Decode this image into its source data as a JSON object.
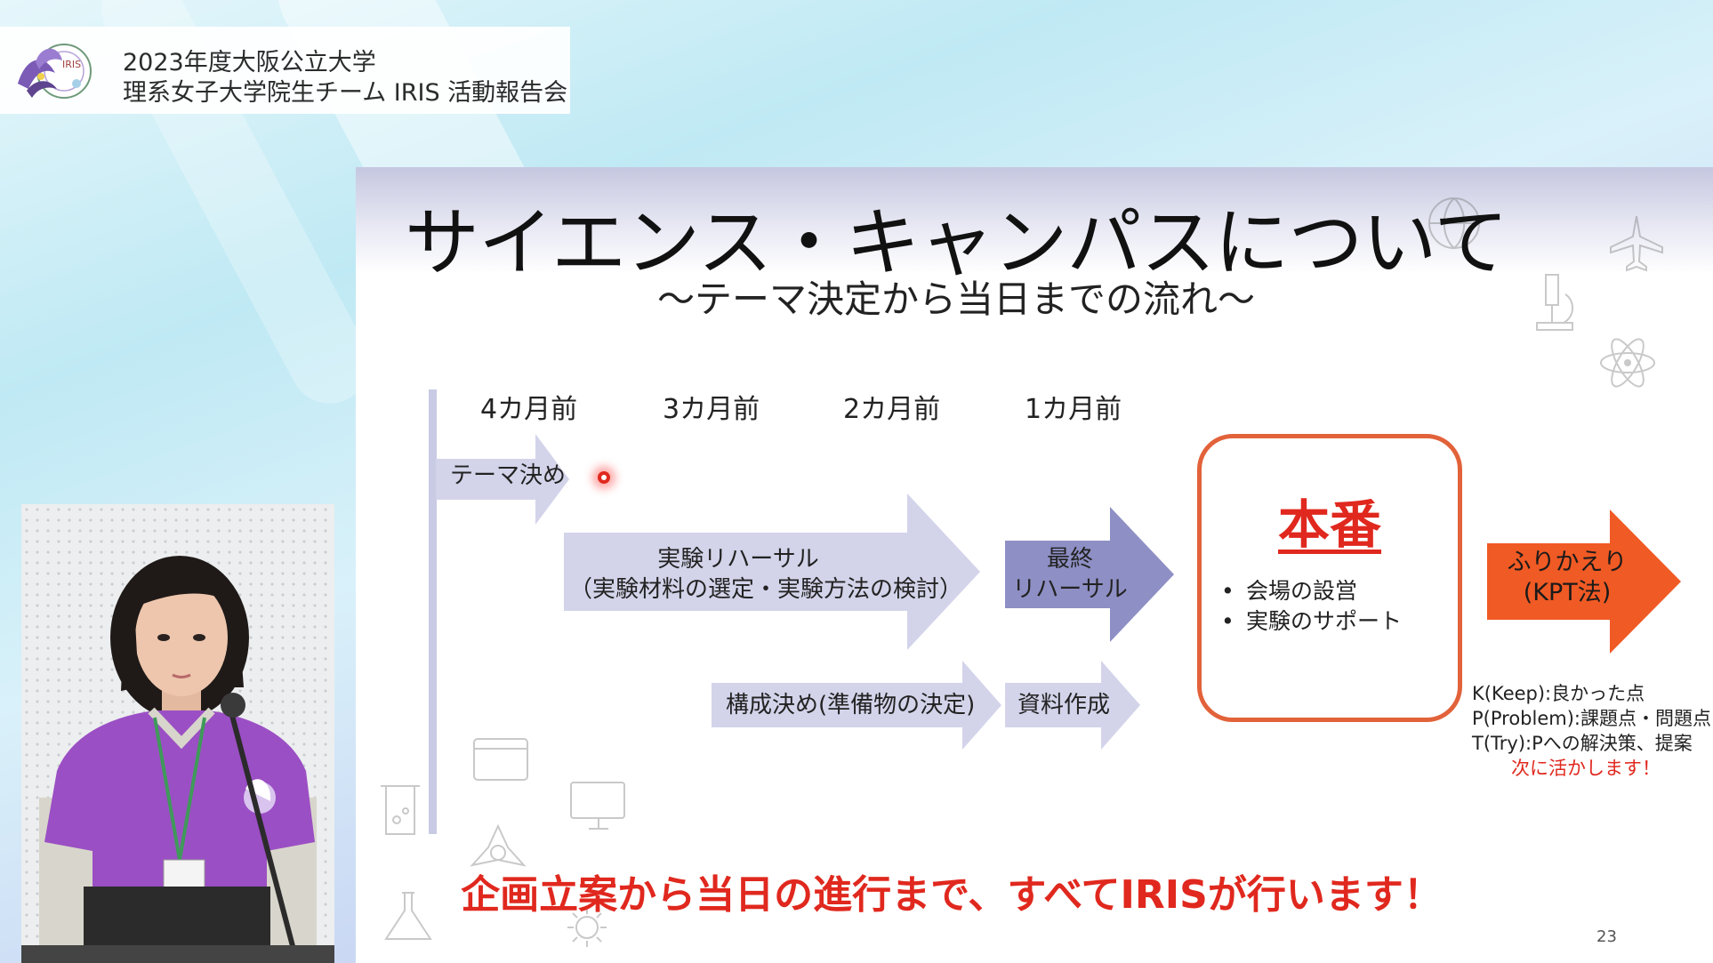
{
  "banner": {
    "line1": "2023年度大阪公立大学",
    "line2": "理系女子大学院生チーム IRIS 活動報告会",
    "logo_text": "IRIS"
  },
  "slide": {
    "title": "サイエンス・キャンパスについて",
    "subtitle": "〜テーマ決定から当日までの流れ〜",
    "months": [
      "4カ月前",
      "3カ月前",
      "2カ月前",
      "1カ月前"
    ],
    "steps": {
      "theme": "テーマ決め",
      "rehearsal_line1": "実験リハーサル",
      "rehearsal_line2": "（実験材料の選定・実験方法の検討）",
      "final_line1": "最終",
      "final_line2": "リハーサル",
      "composition": "構成決め(準備物の決定)",
      "materials": "資料作成"
    },
    "main_event": {
      "title": "本番",
      "items": [
        "会場の設営",
        "実験のサポート"
      ],
      "bullet": "•"
    },
    "review": {
      "line1": "ふりかえり",
      "line2": "(KPT法)",
      "k": "K(Keep):良かった点",
      "p": "P(Problem):課題点・問題点",
      "t": "T(Try):Pへの解決策、提案",
      "next": "次に活かします！"
    },
    "bottom_message": "企画立案から当日の進行まで、すべてIRISが行います！",
    "page_number": "23"
  },
  "colors": {
    "arrow_light": "#d3d4ea",
    "arrow_mid": "#8e8fc4",
    "arrow_orange": "#f05a24",
    "accent_red": "#e0281e",
    "box_border": "#e2623a"
  }
}
